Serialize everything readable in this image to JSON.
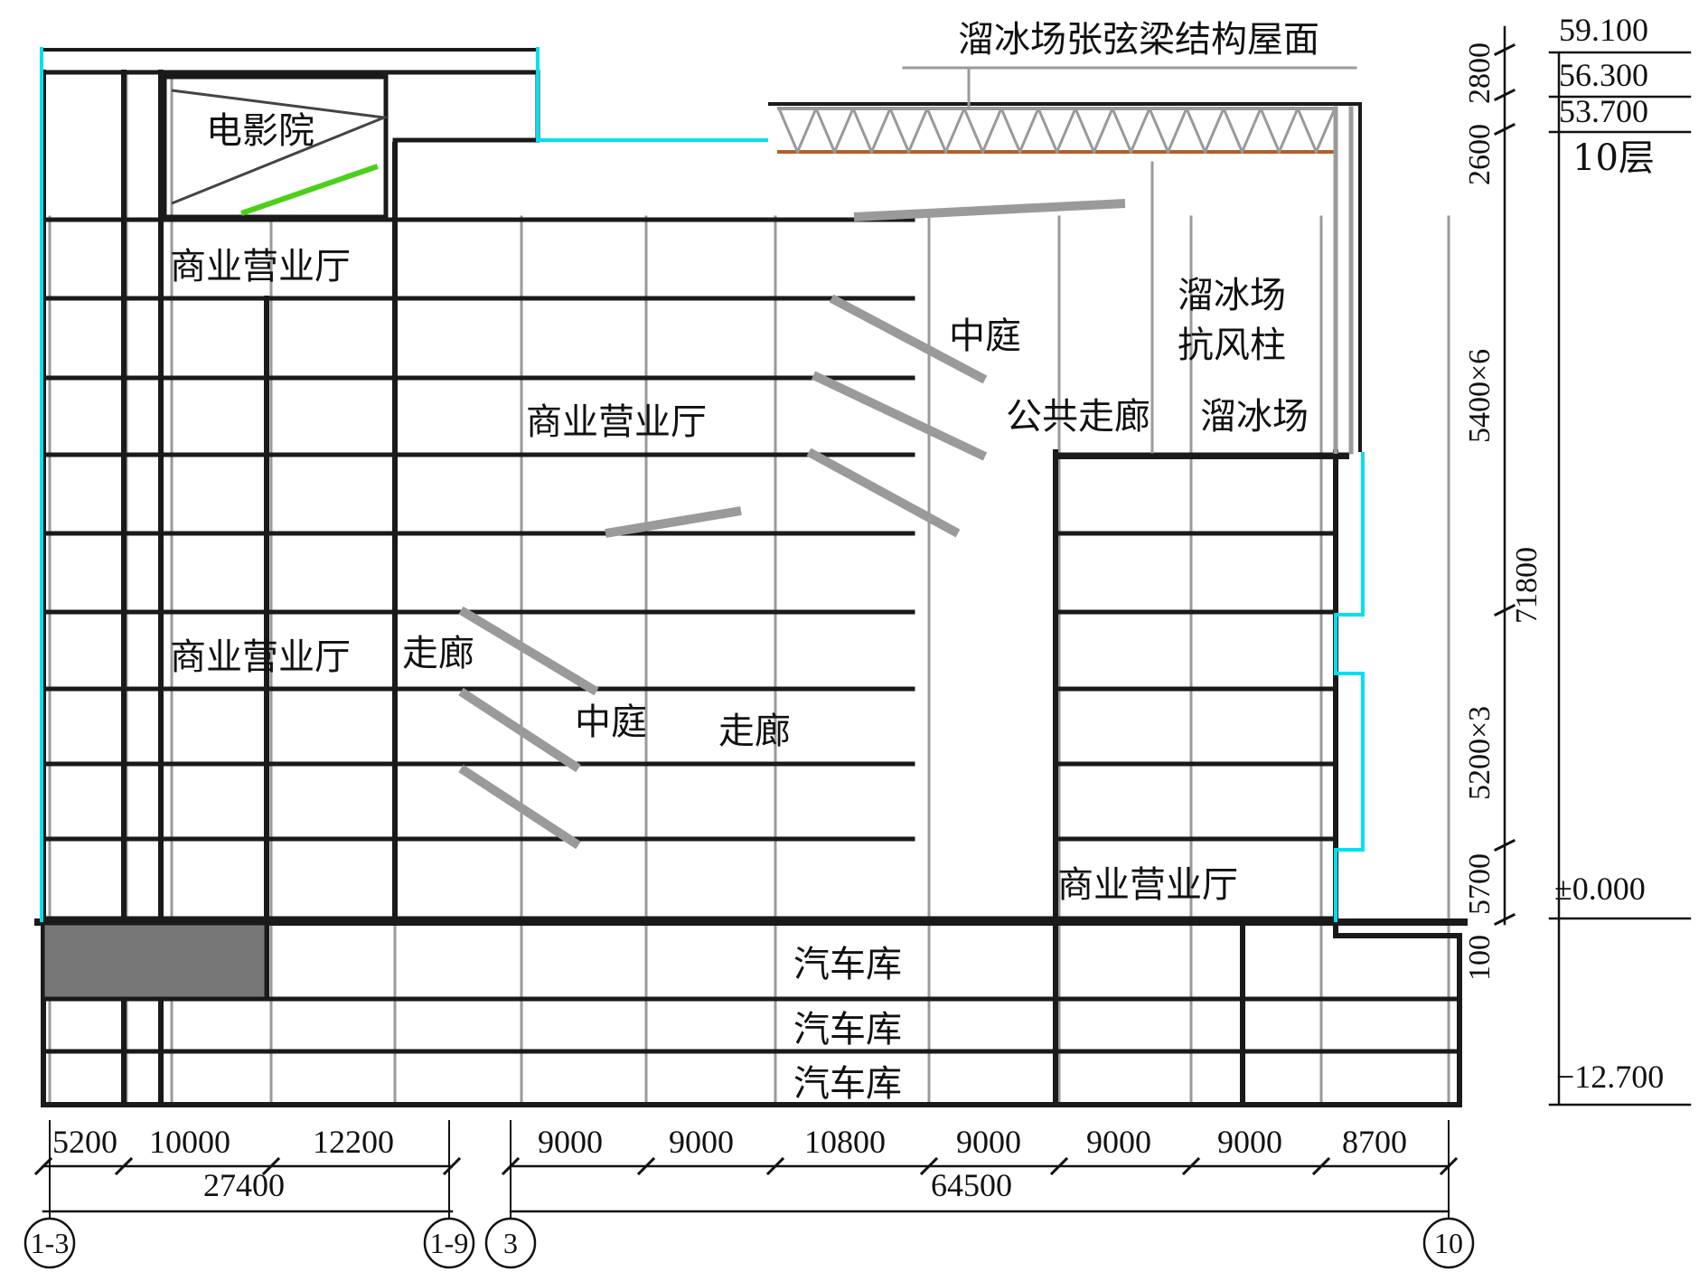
{
  "labels": {
    "roof_title": "溜冰场张弦梁结构屋面",
    "cinema": "电影院",
    "commercial_hall": "商业营业厅",
    "atrium": "中庭",
    "corridor": "走廊",
    "public_corridor": "公共走廊",
    "skating_rink": "溜冰场",
    "wind_column_1": "溜冰场",
    "wind_column_2": "抗风柱",
    "garage": "汽车库"
  },
  "elevations": [
    "59.100",
    "56.300",
    "53.700",
    "±0.000",
    "−12.700"
  ],
  "floor_tag": "10层",
  "vertical_dims": [
    "2800",
    "2600",
    "5400×6",
    "71800",
    "5200×3",
    "5700",
    "100"
  ],
  "horizontal_dims": {
    "left_spans": [
      "5200",
      "10000",
      "12200"
    ],
    "left_total": "27400",
    "right_spans": [
      "9000",
      "9000",
      "10800",
      "9000",
      "9000",
      "9000",
      "8700"
    ],
    "right_total": "64500"
  },
  "axes": [
    "1-3",
    "1-9",
    "3",
    "10"
  ],
  "colors": {
    "structure": "#1a1a1a",
    "grid": "#9a9a9a",
    "curtain_wall": "#00e0f0",
    "truss_chord": "#b0602a",
    "seating": "#4ccf1a",
    "basement_fill": "#777777"
  }
}
